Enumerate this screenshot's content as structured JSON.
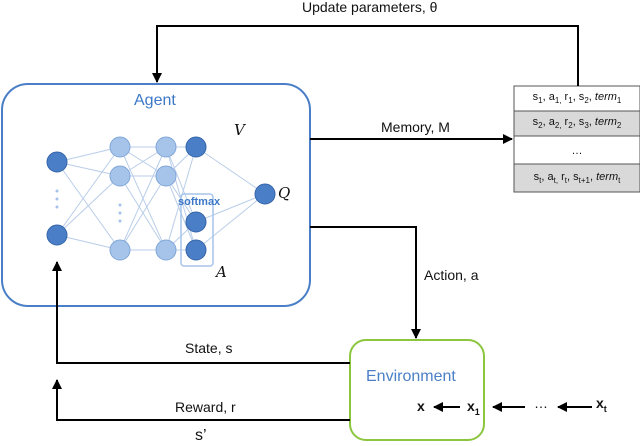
{
  "agent": {
    "title": "Agent"
  },
  "network": {
    "label_v": "V",
    "label_q": "Q",
    "label_a": "A",
    "softmax_label": "softmax",
    "colors": {
      "dark": "#4a7fc7",
      "light": "#a6c4ea",
      "edge": "#b9cde9"
    }
  },
  "environment": {
    "title": "Environment",
    "color": "#8cc63f"
  },
  "arrows": {
    "update": "Update parameters, θ",
    "memory": "Memory, M",
    "action": "Action, a",
    "state": "State, s",
    "reward": "Reward, r",
    "s_prime": "s’"
  },
  "memory_table": {
    "rows": [
      {
        "parts": [
          "s",
          "1",
          ", a",
          "1,",
          " r",
          "1",
          ", s",
          "2",
          ", ",
          "term",
          "1"
        ]
      },
      {
        "parts": [
          "s",
          "2",
          ", a",
          "2,",
          " r",
          "2",
          ", s",
          "3",
          ", ",
          "term",
          "2"
        ]
      },
      {
        "text": "…"
      },
      {
        "parts": [
          "s",
          "t",
          ", a",
          "t,",
          " r",
          "t",
          ", s",
          "t+1",
          ", ",
          "term",
          "t"
        ]
      }
    ],
    "shaded_color": "#d9d9d9"
  },
  "input_chain": {
    "x": "x",
    "x1": "x",
    "x1_sub": "1",
    "dots": "…",
    "xt": "x",
    "xt_sub": "t"
  }
}
